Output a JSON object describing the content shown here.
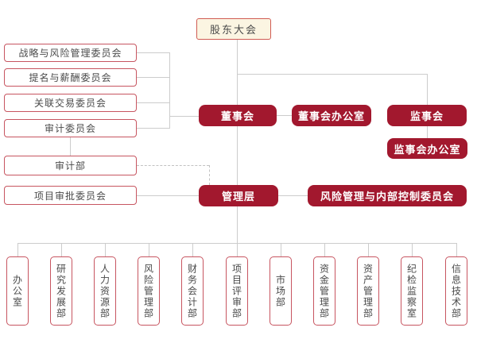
{
  "palette": {
    "solid_red": "#A2182E",
    "outline_red": "#C75560",
    "cream_bg": "#FBF5E2",
    "cream_border": "#D05B53",
    "text_dark": "#4A4A4A",
    "text_light": "#FFFFFF",
    "line_gray": "#CCCCCC",
    "line_dash": "#C2C2C2"
  },
  "org": {
    "shareholders_meeting": "股东大会",
    "board": "董事会",
    "board_office": "董事会办公室",
    "supervisory_board": "监事会",
    "supervisory_board_office": "监事会办公室",
    "management": "管理层",
    "risk_internal_control_committee": "风险管理与内部控制委员会",
    "board_committees": [
      "战略与风险管理委员会",
      "提名与薪酬委员会",
      "关联交易委员会",
      "审计委员会"
    ],
    "audit_department": "审计部",
    "project_approval_committee": "项目审批委员会",
    "departments": [
      "办公室",
      "研究发展部",
      "人力资源部",
      "风险管理部",
      "财务会计部",
      "项目评审部",
      "市场部",
      "资金管理部",
      "资产管理部",
      "纪检监察室",
      "信息技术部"
    ]
  }
}
